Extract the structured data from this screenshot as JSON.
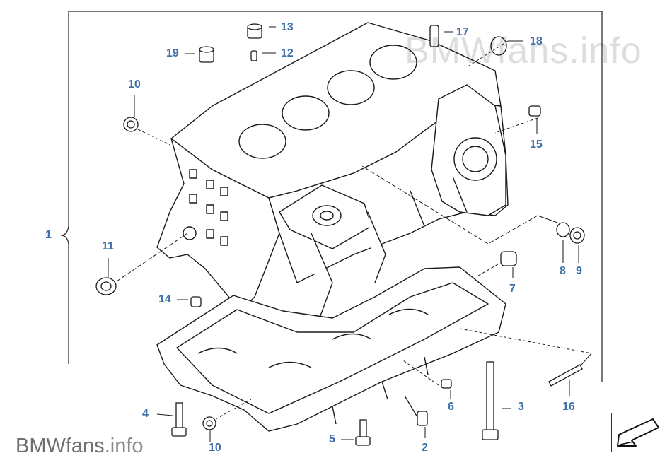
{
  "watermark": {
    "text": "BMWfans.info"
  },
  "brand": {
    "name": "BMWfans",
    "suffix": ".info"
  },
  "callouts": {
    "c1": "1",
    "c2": "2",
    "c3": "3",
    "c4": "4",
    "c5": "5",
    "c6": "6",
    "c7": "7",
    "c8": "8",
    "c9": "9",
    "c10a": "10",
    "c10b": "10",
    "c11": "11",
    "c12": "12",
    "c13": "13",
    "c14": "14",
    "c15": "15",
    "c16": "16",
    "c17": "17",
    "c18": "18",
    "c19": "19"
  },
  "nav": {
    "icon": "arrow-down-left-icon"
  },
  "colors": {
    "callout": "#3d6fa8",
    "line": "#1a1a1a"
  }
}
